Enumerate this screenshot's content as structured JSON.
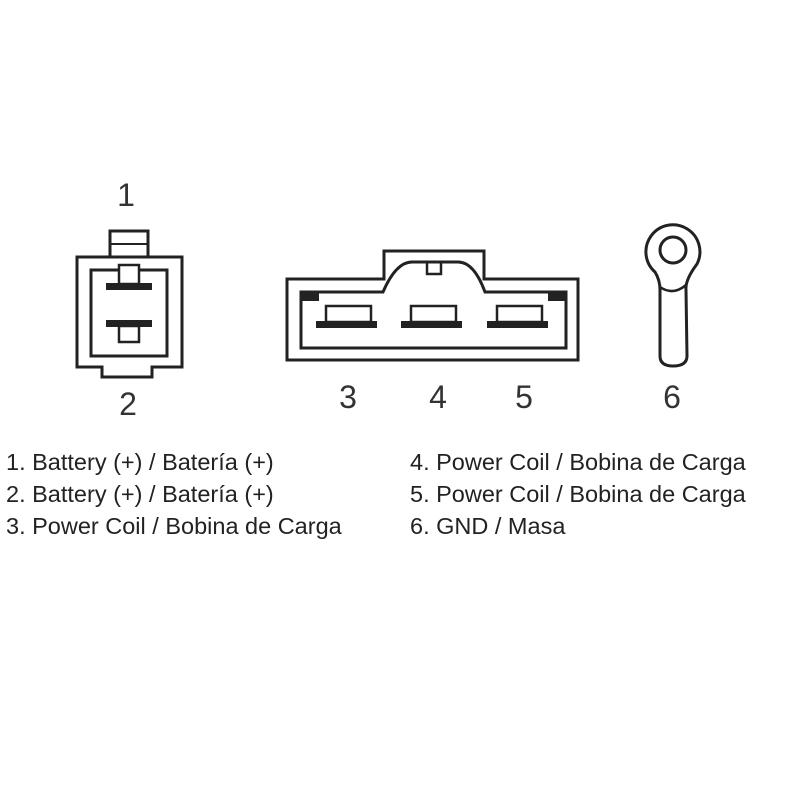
{
  "pins": {
    "p1": "1",
    "p2": "2",
    "p3": "3",
    "p4": "4",
    "p5": "5",
    "p6": "6"
  },
  "legend": {
    "left": [
      "1. Battery (+) / Batería (+)",
      "2. Battery (+) / Batería (+)",
      "3. Power Coil / Bobina de Carga"
    ],
    "right": [
      "4. Power Coil / Bobina de Carga",
      "5. Power Coil / Bobina de Carga",
      "6. GND / Masa"
    ]
  },
  "colors": {
    "outline": "#222222",
    "text": "#222222"
  }
}
